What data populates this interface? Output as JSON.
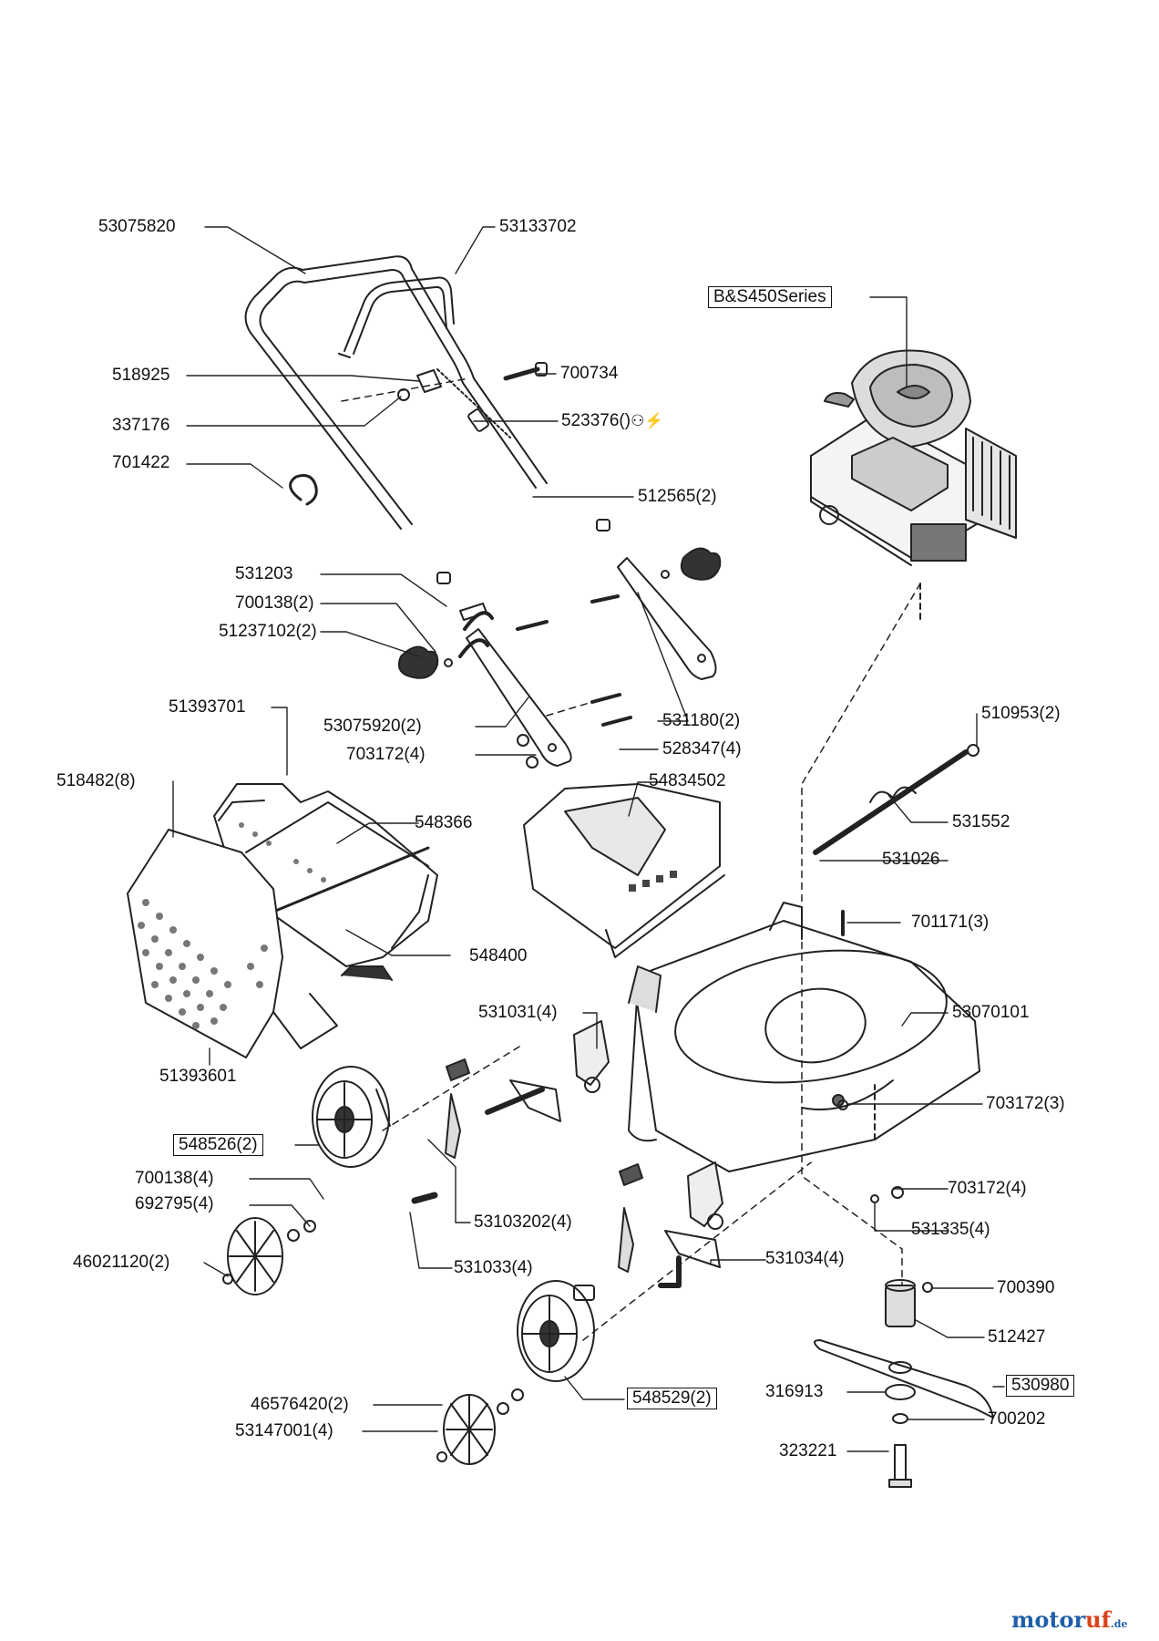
{
  "labels": {
    "l53075820": "53075820",
    "l53133702": "53133702",
    "lBS": "B&S450Series",
    "l518925": "518925",
    "l700734": "700734",
    "l337176": "337176",
    "l523376": "523376()",
    "l701422": "701422",
    "l512565": "512565(2)",
    "l531203": "531203",
    "l700138_2": "700138(2)",
    "l51237102": "51237102(2)",
    "l51393701": "51393701",
    "l53075920": "53075920(2)",
    "l531180": "531180(2)",
    "l703172_4a": "703172(4)",
    "l528347": "528347(4)",
    "l518482": "518482(8)",
    "l510953": "510953(2)",
    "l54834502": "54834502",
    "l548366": "548366",
    "l531552": "531552",
    "l531026": "531026",
    "l701171": "701171(3)",
    "l548400": "548400",
    "l531031": "531031(4)",
    "l53070101": "53070101",
    "l51393601": "51393601",
    "l703172_3": "703172(3)",
    "l548526": "548526(2)",
    "l700138_4": "700138(4)",
    "l692795": "692795(4)",
    "l703172_4b": "703172(4)",
    "l53103202": "53103202(4)",
    "l531335": "531335(4)",
    "l46021120": "46021120(2)",
    "l531033": "531033(4)",
    "l531034": "531034(4)",
    "l700390": "700390",
    "l512427": "512427",
    "l316913": "316913",
    "l530980": "530980",
    "l548529": "548529(2)",
    "l46576420": "46576420(2)",
    "l700202": "700202",
    "l53147001": "53147001(4)",
    "l323221": "323221"
  },
  "symbols": {
    "safety_icons": "⚇⚡"
  },
  "watermark": {
    "part1": "motor",
    "part2": "uf",
    "suffix": ".de"
  },
  "colors": {
    "ink": "#111111",
    "brand_blue": "#1f5ea8",
    "brand_orange": "#d9431a"
  }
}
